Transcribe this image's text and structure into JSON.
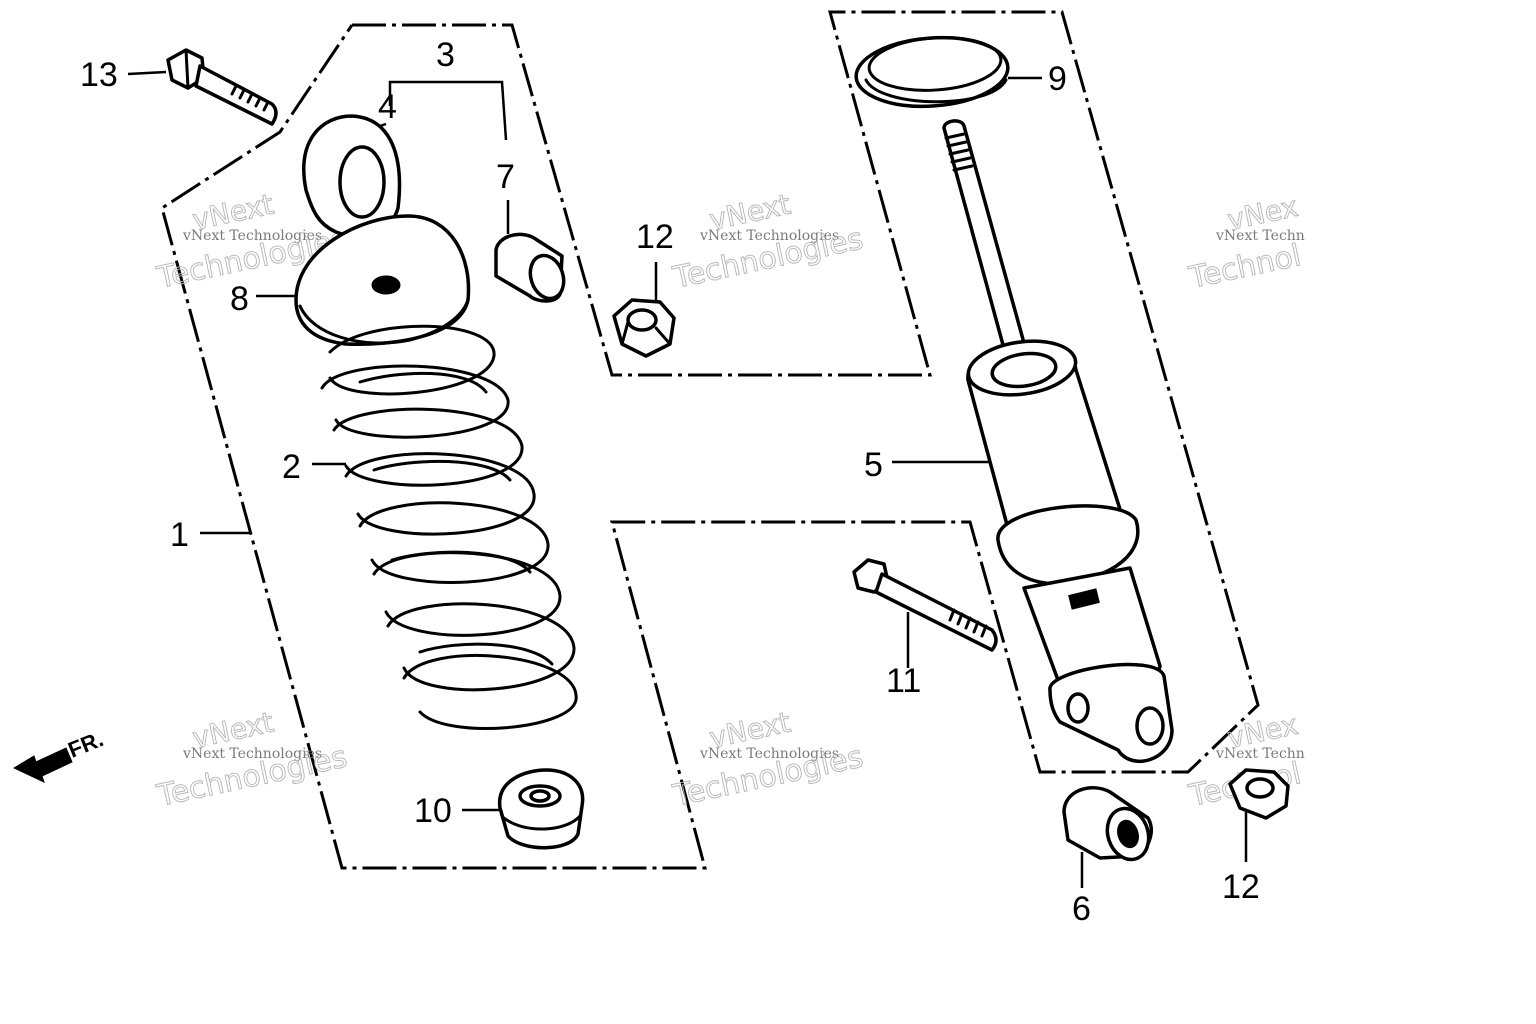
{
  "callouts": {
    "c1": "1",
    "c2": "2",
    "c3": "3",
    "c4": "4",
    "c5": "5",
    "c6": "6",
    "c7": "7",
    "c8": "8",
    "c9": "9",
    "c10": "10",
    "c11": "11",
    "c12a": "12",
    "c12b": "12",
    "c13": "13"
  },
  "front_arrow": {
    "label": "FR."
  },
  "watermark": {
    "brand_small": "vNext Technologies",
    "brand_line1": "vNext",
    "brand_line2": "Technologies",
    "brand_cut_small": "vNext Techn",
    "brand_cut_line1": "vNex",
    "brand_cut_line2": "Technol"
  },
  "colors": {
    "ink": "#000000",
    "background": "#ffffff",
    "watermark": "#b5b5b5"
  }
}
